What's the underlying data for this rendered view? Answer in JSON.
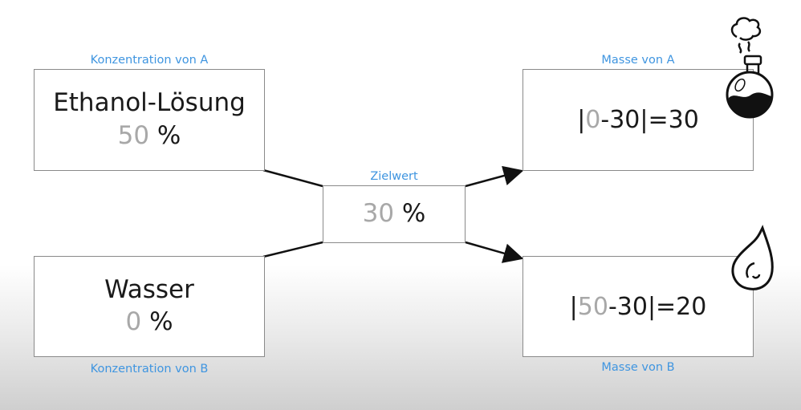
{
  "left": {
    "caption_a": "Konzentration von A",
    "box_a": {
      "title": "Ethanol-Lösung",
      "value": "50",
      "unit": "%"
    },
    "caption_b": "Konzentration von B",
    "box_b": {
      "title": "Wasser",
      "value": "0",
      "unit": "%"
    }
  },
  "center": {
    "caption": "Zielwert",
    "value": "30",
    "unit": "%"
  },
  "right": {
    "caption_a": "Masse von A",
    "formula_a": {
      "bar_left": "|",
      "grey": "0",
      "minus": "-30",
      "bar_right": "|",
      "result": "=30"
    },
    "caption_b": "Masse von B",
    "formula_b": {
      "bar_left": "|",
      "grey": "50",
      "minus": "-30",
      "bar_right": "|",
      "result": "=20"
    }
  },
  "icons": [
    "flask-icon",
    "drop-icon"
  ],
  "colors": {
    "caption": "#3f95e0",
    "muted_number": "#a8a8a8",
    "text": "#1a1a1a",
    "border": "#8a8a8a"
  }
}
